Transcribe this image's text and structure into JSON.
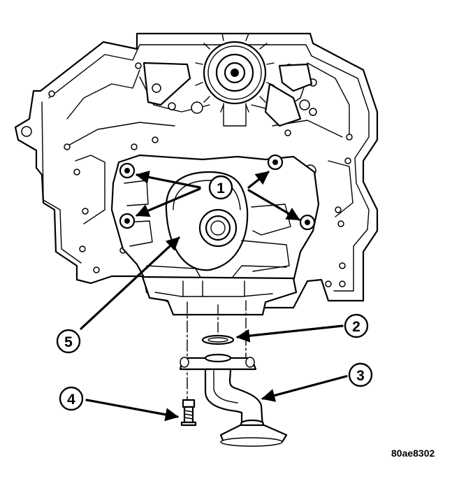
{
  "callouts": {
    "c1": "1",
    "c2": "2",
    "c3": "3",
    "c4": "4",
    "c5": "5"
  },
  "figure_ref": "80ae8302",
  "colors": {
    "ink": "#000000",
    "paper": "#ffffff"
  }
}
